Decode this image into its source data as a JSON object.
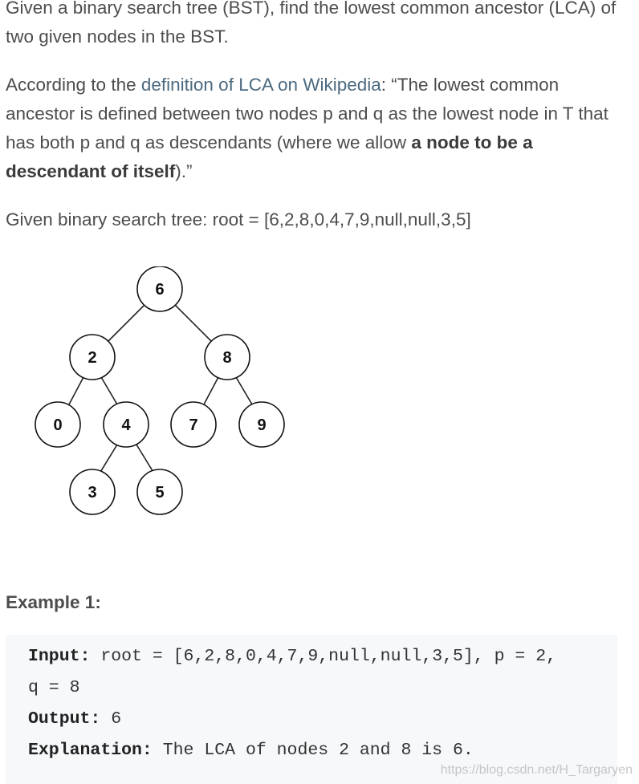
{
  "intro": "Given a binary search tree (BST), find the lowest common ancestor (LCA) of two given nodes in the BST.",
  "definition": {
    "prefix": "According to the ",
    "link_text": "definition of LCA on Wikipedia",
    "quote_start": ":  “The lowest common ancestor is defined between two nodes p and q as the lowest node in T that has both p and q as descendants (where we allow ",
    "bold_text": "a node to be a descendant of itself",
    "quote_end": ").”"
  },
  "tree_caption": "Given binary search tree:  root = [6,2,8,0,4,7,9,null,null,3,5]",
  "tree": {
    "nodes": [
      {
        "id": "6",
        "label": "6"
      },
      {
        "id": "2",
        "label": "2"
      },
      {
        "id": "8",
        "label": "8"
      },
      {
        "id": "0",
        "label": "0"
      },
      {
        "id": "4",
        "label": "4"
      },
      {
        "id": "7",
        "label": "7"
      },
      {
        "id": "9",
        "label": "9"
      },
      {
        "id": "3",
        "label": "3"
      },
      {
        "id": "5",
        "label": "5"
      }
    ],
    "edges": [
      [
        "6",
        "2"
      ],
      [
        "6",
        "8"
      ],
      [
        "2",
        "0"
      ],
      [
        "2",
        "4"
      ],
      [
        "8",
        "7"
      ],
      [
        "8",
        "9"
      ],
      [
        "4",
        "3"
      ],
      [
        "4",
        "5"
      ]
    ]
  },
  "example": {
    "title": "Example 1:",
    "input_label": "Input:",
    "input_value": " root = [6,2,8,0,4,7,9,null,null,3,5], p = 2,",
    "input_value_cont": "q = 8",
    "output_label": "Output:",
    "output_value": " 6",
    "explanation_label": "Explanation:",
    "explanation_value": " The LCA of nodes 2 and 8 is 6."
  },
  "watermark": "https://blog.csdn.net/H_Targaryen"
}
